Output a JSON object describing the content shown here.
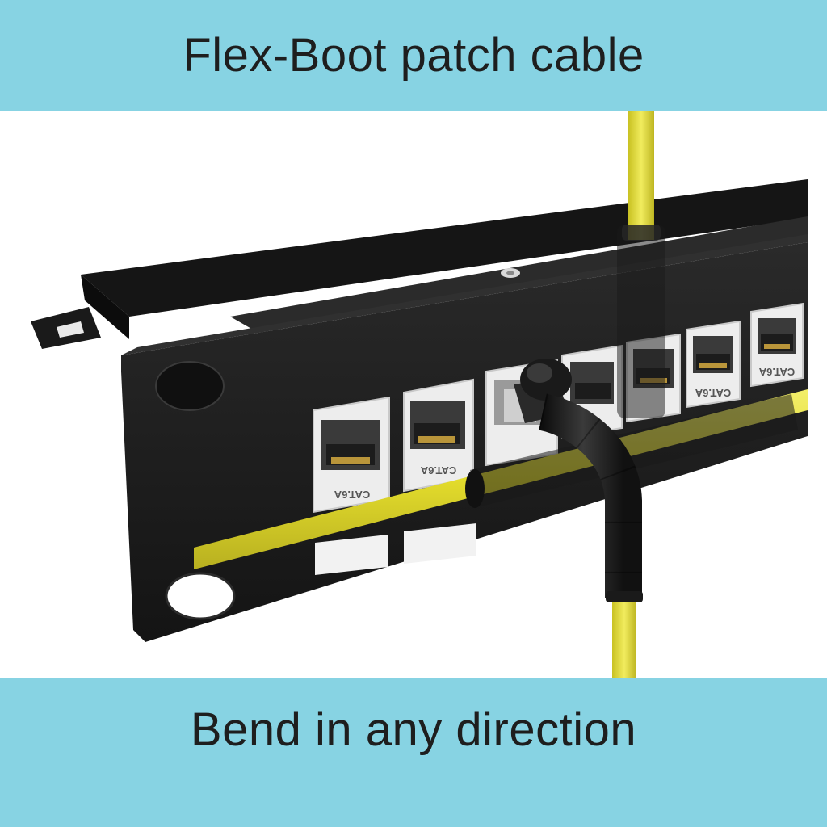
{
  "header": {
    "title": "Flex-Boot patch cable"
  },
  "footer": {
    "caption": "Bend in any direction"
  },
  "product": {
    "jack_label": "CAT.6A"
  },
  "colors": {
    "banner": "#87d3e3",
    "panel": "#1c1c1c",
    "cable": "#e8e23a",
    "text": "#1e1e1e"
  }
}
